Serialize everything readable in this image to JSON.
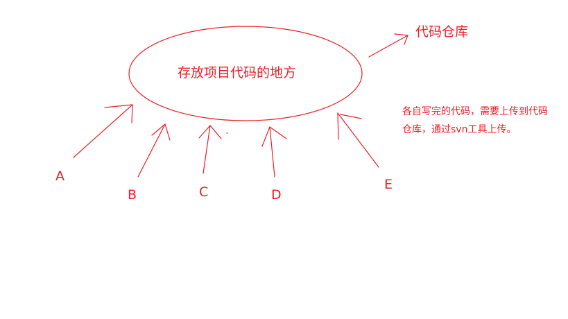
{
  "diagram": {
    "stroke_color": "#ed1c24",
    "background": "#ffffff",
    "center_node": {
      "label": "存放项目代码的地方",
      "shape": "ellipse"
    },
    "repository_label": "代码仓库",
    "note": "各自写完的代码，需要上传到代码仓库，通过svn工具上传。",
    "nodes": [
      {
        "id": "A",
        "label": "A"
      },
      {
        "id": "B",
        "label": "B"
      },
      {
        "id": "C",
        "label": "C"
      },
      {
        "id": "D",
        "label": "D"
      },
      {
        "id": "E",
        "label": "E"
      }
    ],
    "edges": [
      {
        "from": "A",
        "to": "center"
      },
      {
        "from": "B",
        "to": "center"
      },
      {
        "from": "C",
        "to": "center"
      },
      {
        "from": "D",
        "to": "center"
      },
      {
        "from": "E",
        "to": "center"
      },
      {
        "from": "center",
        "to": "repository"
      }
    ]
  }
}
